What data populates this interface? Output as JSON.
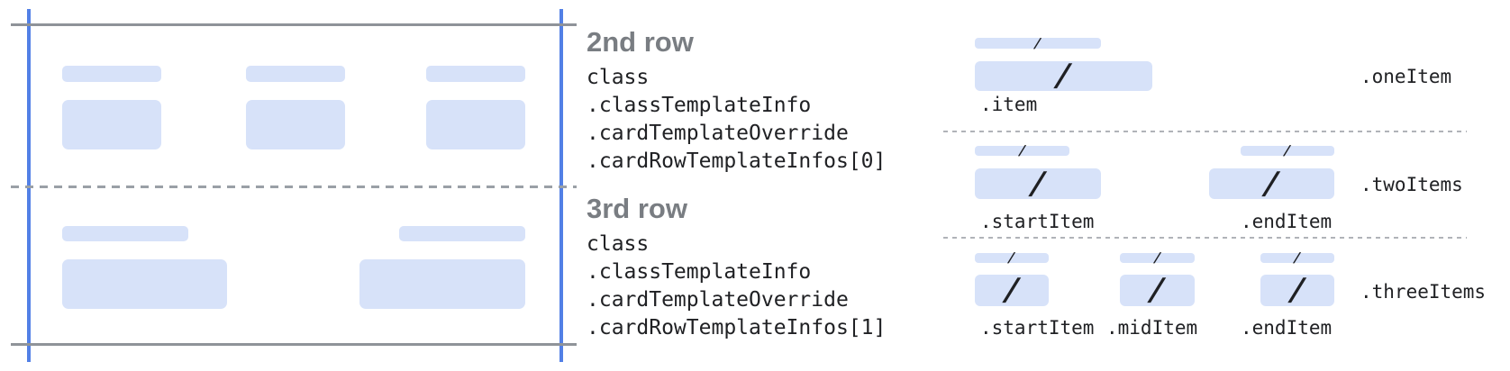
{
  "annotations": {
    "row2": {
      "heading": "2nd row",
      "lines": [
        "class",
        ".classTemplateInfo",
        ".cardTemplateOverride",
        ".cardRowTemplateInfos[0]"
      ]
    },
    "row3": {
      "heading": "3rd row",
      "lines": [
        "class",
        ".classTemplateInfo",
        ".cardTemplateOverride",
        ".cardRowTemplateInfos[1]"
      ]
    }
  },
  "panel": {
    "slash": "/",
    "rows": [
      {
        "name": ".oneItem",
        "items": [
          {
            "label": ".item"
          }
        ]
      },
      {
        "name": ".twoItems",
        "items": [
          {
            "label": ".startItem"
          },
          {
            "label": ".endItem"
          }
        ]
      },
      {
        "name": ".threeItems",
        "items": [
          {
            "label": ".startItem"
          },
          {
            "label": ".midItem"
          },
          {
            "label": ".endItem"
          }
        ]
      }
    ]
  },
  "colors": {
    "fill": "#d7e2f9",
    "guide_blue": "#5280e6",
    "line_gray": "#8f9399",
    "dash_gray": "#9aa0a6",
    "dot_gray": "#b0b3b8",
    "heading_gray": "#797d82",
    "code_dark": "#202124",
    "slash_dark": "#1f2023"
  }
}
